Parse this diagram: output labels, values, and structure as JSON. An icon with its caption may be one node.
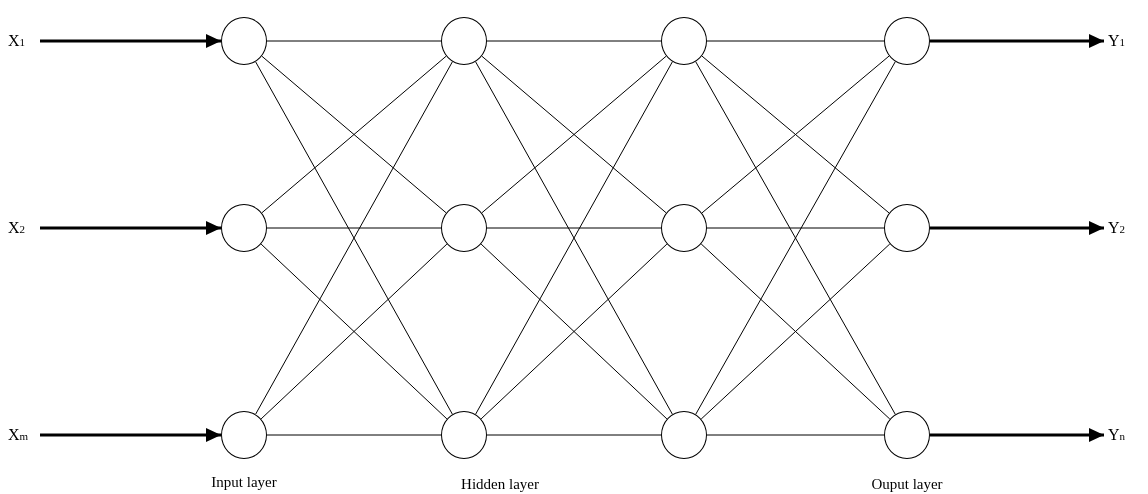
{
  "diagram": {
    "nodes": [
      {
        "text": [
          "X$_{1}$"
        ]
      },
      {
        "text": [
          "X$_{2}$"
        ]
      },
      {
        "text": [
          "X$_{m}$"
        ]
      },
      {
        "text": [],
        "shape": "circle"
      },
      {
        "text": [],
        "shape": "circle"
      },
      {
        "text": [],
        "shape": "circle"
      },
      {
        "text": [],
        "shape": "circle"
      },
      {
        "text": [],
        "shape": "circle"
      },
      {
        "text": [],
        "shape": "circle"
      },
      {
        "text": [],
        "shape": "circle"
      },
      {
        "text": [],
        "shape": "circle"
      },
      {
        "text": [],
        "shape": "circle"
      },
      {
        "text": [],
        "shape": "circle"
      },
      {
        "text": [],
        "shape": "circle"
      },
      {
        "text": [],
        "shape": "circle"
      },
      {
        "text": [
          "Y$_{1}$"
        ]
      },
      {
        "text": [
          "Y$_{2}$"
        ]
      },
      {
        "text": [
          "Y$_{n}$"
        ]
      }
    ],
    "edges": [
      {
        "from": 0,
        "to": 3,
        "arrow": "to",
        "style": "thick"
      },
      {
        "from": 1,
        "to": 4,
        "arrow": "to",
        "style": "thick"
      },
      {
        "from": 2,
        "to": 5,
        "arrow": "to",
        "style": "thick"
      },
      {
        "from": 3,
        "to": 6,
        "arrow": "none"
      },
      {
        "from": 3,
        "to": 7,
        "arrow": "none"
      },
      {
        "from": 3,
        "to": 8,
        "arrow": "none"
      },
      {
        "from": 4,
        "to": 6,
        "arrow": "none"
      },
      {
        "from": 4,
        "to": 7,
        "arrow": "none"
      },
      {
        "from": 4,
        "to": 8,
        "arrow": "none"
      },
      {
        "from": 5,
        "to": 6,
        "arrow": "none"
      },
      {
        "from": 5,
        "to": 7,
        "arrow": "none"
      },
      {
        "from": 5,
        "to": 8,
        "arrow": "none"
      },
      {
        "from": 6,
        "to": 9,
        "arrow": "none"
      },
      {
        "from": 6,
        "to": 10,
        "arrow": "none"
      },
      {
        "from": 6,
        "to": 11,
        "arrow": "none"
      },
      {
        "from": 7,
        "to": 9,
        "arrow": "none"
      },
      {
        "from": 7,
        "to": 10,
        "arrow": "none"
      },
      {
        "from": 7,
        "to": 11,
        "arrow": "none"
      },
      {
        "from": 8,
        "to": 9,
        "arrow": "none"
      },
      {
        "from": 8,
        "to": 10,
        "arrow": "none"
      },
      {
        "from": 8,
        "to": 11,
        "arrow": "none"
      },
      {
        "from": 9,
        "to": 12,
        "arrow": "none"
      },
      {
        "from": 9,
        "to": 13,
        "arrow": "none"
      },
      {
        "from": 9,
        "to": 14,
        "arrow": "none"
      },
      {
        "from": 10,
        "to": 12,
        "arrow": "none"
      },
      {
        "from": 10,
        "to": 13,
        "arrow": "none"
      },
      {
        "from": 10,
        "to": 14,
        "arrow": "none"
      },
      {
        "from": 11,
        "to": 12,
        "arrow": "none"
      },
      {
        "from": 11,
        "to": 13,
        "arrow": "none"
      },
      {
        "from": 11,
        "to": 14,
        "arrow": "none"
      },
      {
        "from": 12,
        "to": 15,
        "arrow": "to",
        "style": "thick"
      },
      {
        "from": 13,
        "to": 16,
        "arrow": "to",
        "style": "thick"
      },
      {
        "from": 14,
        "to": 17,
        "arrow": "to",
        "style": "thick"
      }
    ],
    "labels": [
      "Input layer",
      "Hidden layer",
      "Ouput layer"
    ]
  }
}
